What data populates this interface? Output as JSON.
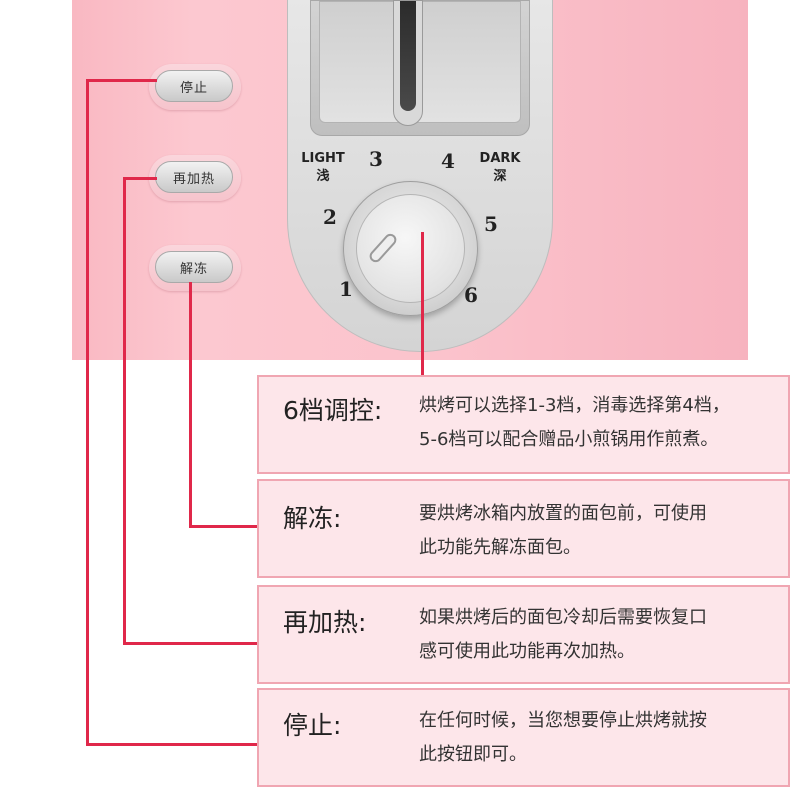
{
  "buttons": {
    "stop": "停止",
    "reheat": "再加热",
    "defrost": "解冻"
  },
  "dial": {
    "light_en": "LIGHT",
    "light_cn": "浅",
    "dark_en": "DARK",
    "dark_cn": "深",
    "levels": [
      "1",
      "2",
      "3",
      "4",
      "5",
      "6"
    ]
  },
  "features": [
    {
      "title": "6档调控:",
      "lines": [
        "烘烤可以选择1-3档，消毒选择第4档，",
        "5-6档可以配合赠品小煎锅用作煎煮。"
      ]
    },
    {
      "title": "解冻:",
      "lines": [
        "要烘烤冰箱内放置的面包前，可使用",
        "此功能先解冻面包。"
      ]
    },
    {
      "title": "再加热:",
      "lines": [
        "如果烘烤后的面包冷却后需要恢复口",
        "感可使用此功能再次加热。"
      ]
    },
    {
      "title": "停止:",
      "lines": [
        "在任何时候，当您想要停止烘烤就按",
        "此按钮即可。"
      ]
    }
  ],
  "colors": {
    "body_pink": "#fbc3cc",
    "callout_red": "#e0284a",
    "box_fill": "#fde6ea",
    "box_border": "#f0a6b2"
  }
}
